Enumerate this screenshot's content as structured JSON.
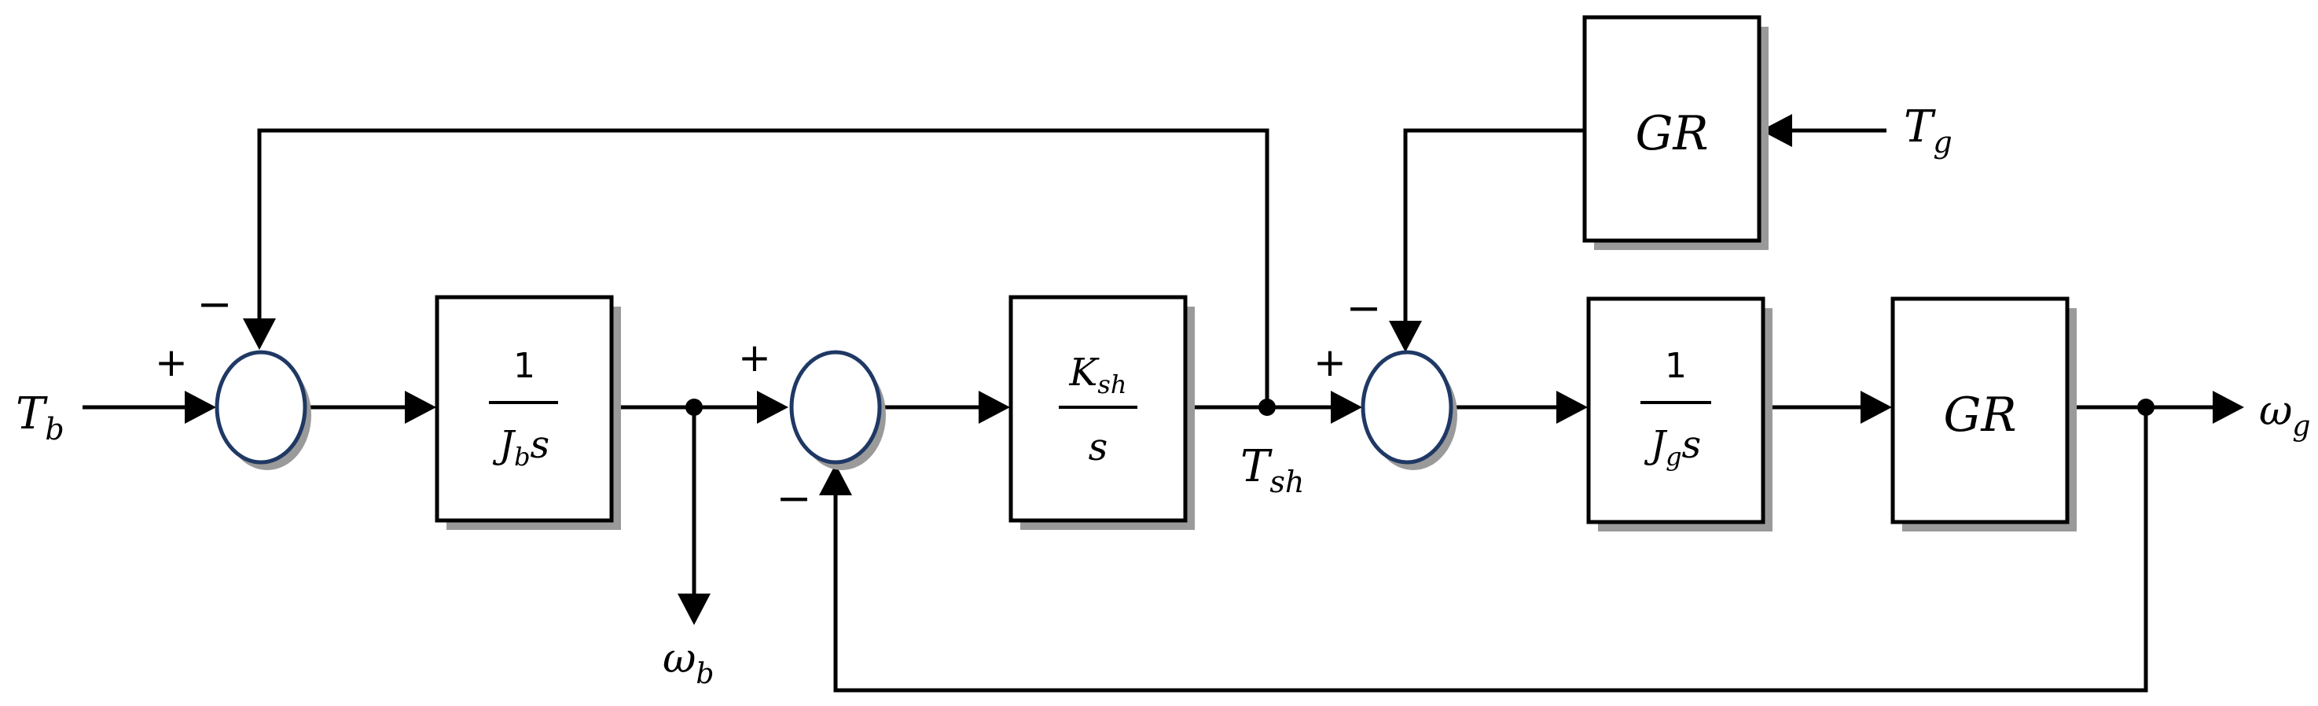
{
  "signals": {
    "T_b": {
      "main": "T",
      "sub": "b"
    },
    "T_sh": {
      "main": "T",
      "sub": "sh"
    },
    "T_g": {
      "main": "T",
      "sub": "g"
    },
    "omega_b": {
      "main": "ω",
      "sub": "b"
    },
    "omega_g": {
      "main": "ω",
      "sub": "g"
    }
  },
  "blocks": {
    "blade_inertia": {
      "numerator": "1",
      "den_main": "J",
      "den_sub": "b",
      "den_tail": "s"
    },
    "shaft_stiffness": {
      "num_main": "K",
      "num_sub": "sh",
      "denominator": "s"
    },
    "generator_inertia": {
      "numerator": "1",
      "den_main": "J",
      "den_sub": "g",
      "den_tail": "s"
    },
    "gear_ratio_top": {
      "label": "GR"
    },
    "gear_ratio_output": {
      "label": "GR"
    }
  },
  "signs": {
    "sum1_plus": "+",
    "sum1_minus": "−",
    "sum2_plus": "+",
    "sum2_minus": "−",
    "sum3_plus": "+",
    "sum3_minus": "−"
  },
  "colors": {
    "sum_outline": "#1f3864",
    "shadow": "#9a9a9a"
  }
}
